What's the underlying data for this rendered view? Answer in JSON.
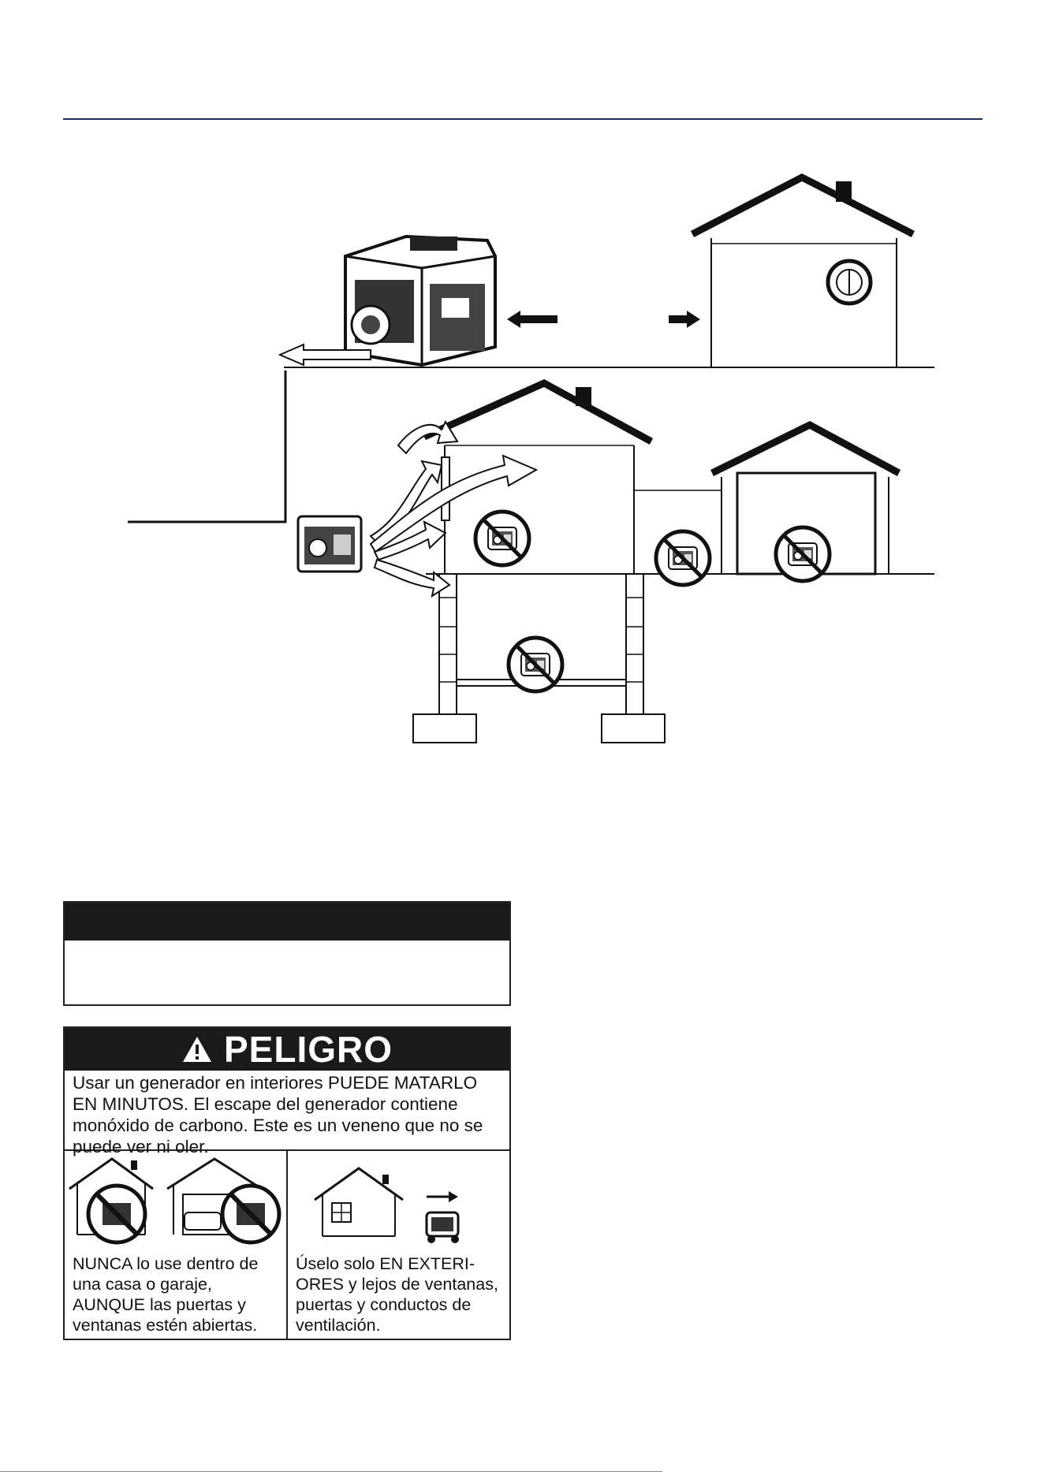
{
  "danger_label": {
    "title": "PELIGRO",
    "icon": "warning-triangle-icon",
    "text": "Usar un generador en interiores PUEDE MATARLO EN MINUTOS. El escape del generador contiene monóxido de carbono. Este es un veneno que no se puede ver ni oler.",
    "left_panel_text": "NUNCA lo use dentro de una casa o garaje, AUNQUE las puertas y ventanas estén abiertas.",
    "right_panel_text": "Úselo solo EN EXTERI- ORES y lejos de ventanas, puertas y conductos de ventilación."
  },
  "colors": {
    "header_rule": "#1e2d5c",
    "label_header": "#1a1a1a"
  }
}
